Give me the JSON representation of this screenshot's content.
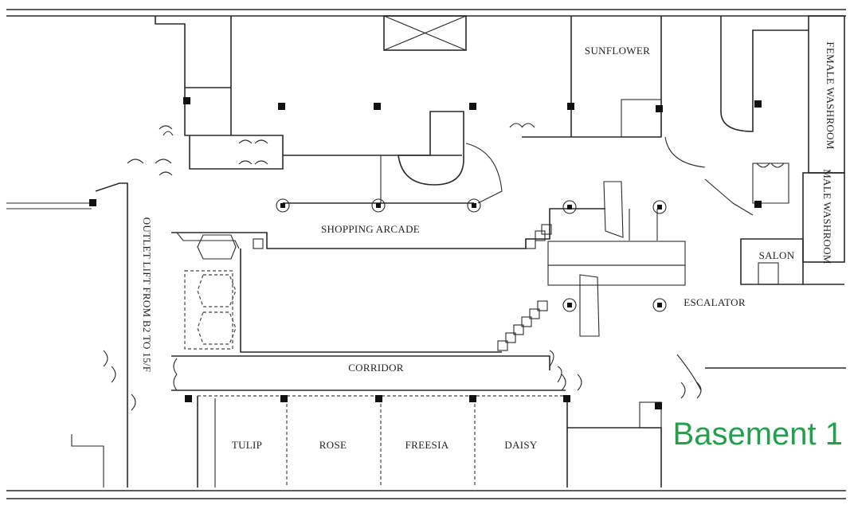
{
  "floor_title": "Basement 1",
  "colors": {
    "title": "#22a04b",
    "lines": "#2a2a2a",
    "background": "#ffffff"
  },
  "rooms": {
    "sunflower": "SUNFLOWER",
    "female_washroom": "FEMALE WASHROOM",
    "male_washroom": "MALE WASHROOM",
    "salon": "SALON",
    "shopping_arcade": "SHOPPING ARCADE",
    "escalator": "ESCALATOR",
    "outlet_lift": "OUTLET LIFT FROM B2 TO 15/F",
    "corridor": "CORRIDOR",
    "tulip": "TULIP",
    "rose": "ROSE",
    "freesia": "FREESIA",
    "daisy": "DAISY"
  }
}
